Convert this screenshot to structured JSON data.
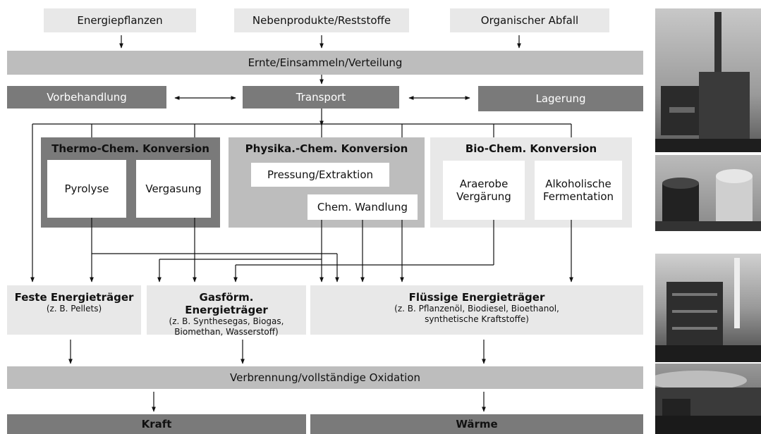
{
  "inputs": [
    "Energiepflanzen",
    "Nebenprodukte/Reststoffe",
    "Organischer Abfall"
  ],
  "harvest": "Ernte/Einsammeln/Verteilung",
  "logistics": {
    "pretreatment": "Vorbehandlung",
    "transport": "Transport",
    "storage": "Lagerung"
  },
  "conversion": {
    "thermo": {
      "title": "Thermo-Chem. Konversion",
      "items": [
        "Pyrolyse",
        "Vergasung"
      ]
    },
    "physico": {
      "title": "Physika.-Chem. Konversion",
      "items": [
        "Pressung/Extraktion",
        "Chem. Wandlung"
      ]
    },
    "bio": {
      "title": "Bio-Chem. Konversion",
      "items": [
        "Araerobe Vergärung",
        "Alkoholische Fermentation"
      ]
    }
  },
  "carriers": {
    "solid": {
      "title": "Feste Energieträger",
      "detail": "(z. B. Pellets)"
    },
    "gas": {
      "title": "Gasförm. Energieträger",
      "detail": "(z. B. Synthesegas, Biogas, Biomethan, Wasserstoff)"
    },
    "liquid": {
      "title": "Flüssige Energieträger",
      "detail": "(z. B. Pflanzenöl, Biodiesel, Bioethanol, synthetische Kraftstoffe)"
    }
  },
  "combustion": "Verbrennung/vollständige Oxidation",
  "outputs": {
    "power": "Kraft",
    "heat": "Wärme"
  },
  "colors": {
    "light": "#e8e8e8",
    "mid": "#bdbdbd",
    "dark": "#7a7a7a",
    "line": "#111111"
  },
  "photos": [
    "incineration-plant-photo",
    "biogas-silo-photo",
    "industrial-plant-photo",
    "biogas-facility-photo"
  ]
}
